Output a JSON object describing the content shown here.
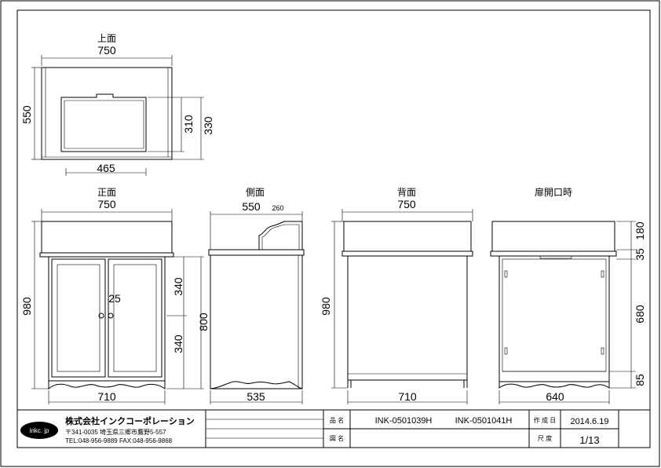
{
  "views": {
    "top": {
      "title": "上面",
      "width": "750",
      "depth": "550",
      "inner_width": "465",
      "inner_depth": "310",
      "depth_2": "330"
    },
    "front": {
      "title": "正面",
      "width": "750",
      "height": "980",
      "h_top": "340",
      "h_body": "800",
      "h_bottom": "340",
      "knob_gap": "25",
      "base_width": "710"
    },
    "side": {
      "title": "側面",
      "depth": "550",
      "splash": "260",
      "base_depth": "535"
    },
    "back": {
      "title": "背面",
      "width": "750",
      "height": "980",
      "base_width": "710"
    },
    "open": {
      "title": "扉開口時",
      "h1": "180",
      "h2": "35",
      "h3": "680",
      "h4": "85",
      "inner_width": "640"
    }
  },
  "title_block": {
    "logo": "inkc. jp",
    "company": "株式会社インクコーポレーション",
    "address": "〒341-0035 埼玉県三郷市鷹野5-557",
    "contact": "TEL:048-956-9889  FAX:048-956-9868",
    "label_product": "品 名",
    "label_drawing": "図 名",
    "product_1": "INK-0501039H",
    "product_2": "INK-0501041H",
    "label_date": "作 成 日",
    "date": "2014.6.19",
    "label_scale": "尺 度",
    "scale": "1/13"
  }
}
